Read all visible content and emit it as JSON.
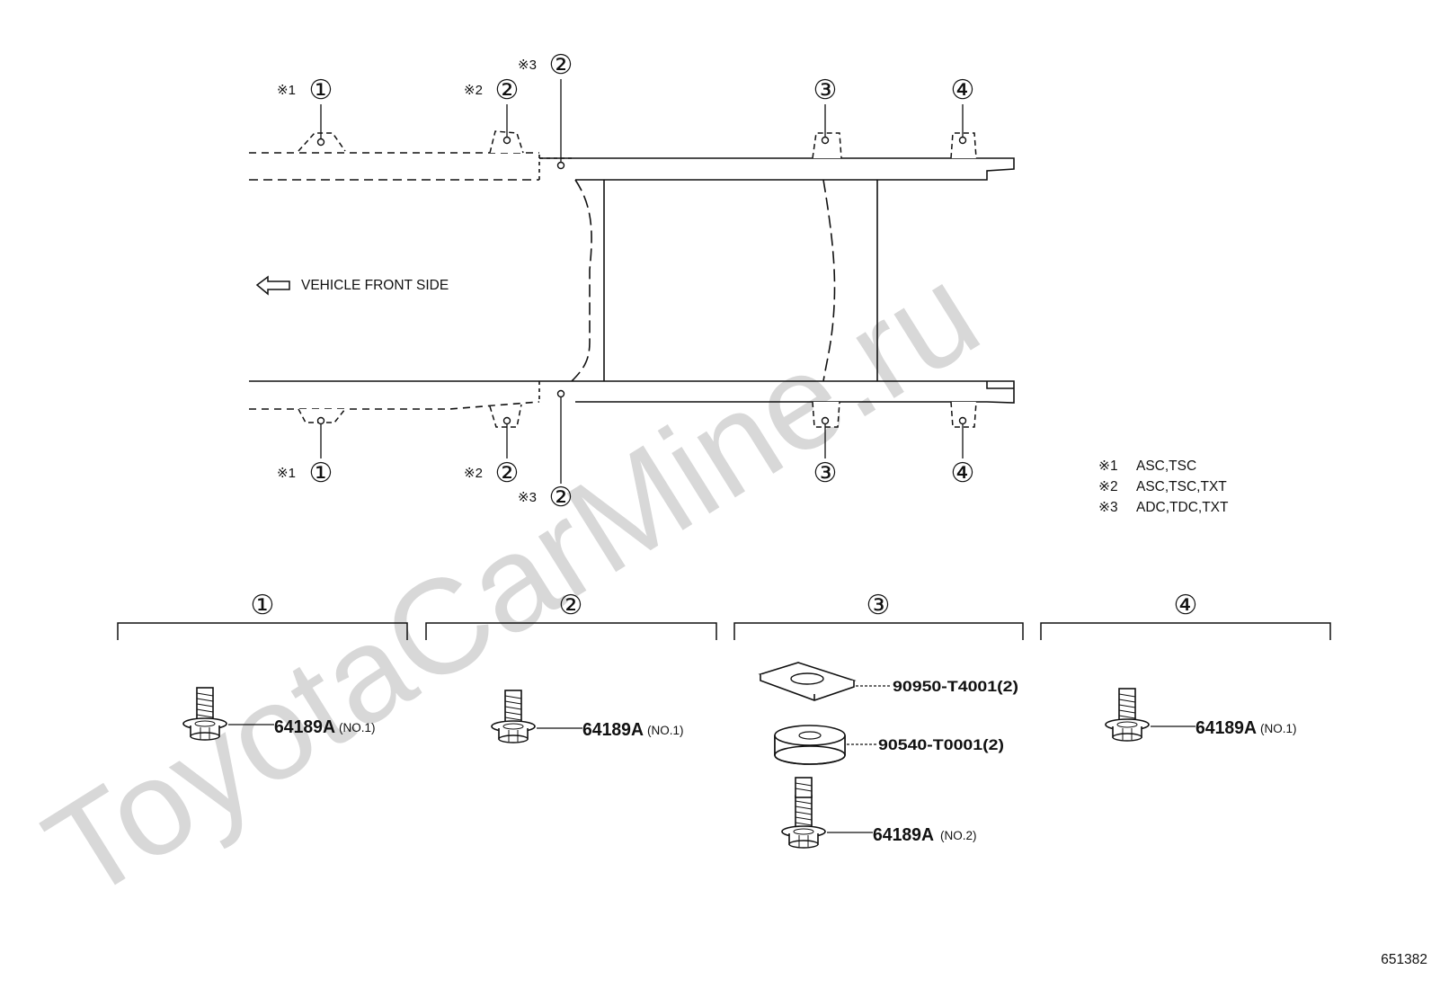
{
  "watermark": "ToyotaCarMine.ru",
  "direction_label": "VEHICLE FRONT SIDE",
  "callouts": {
    "c1": "①",
    "c2": "②",
    "c3": "③",
    "c4": "④"
  },
  "condition_marks": {
    "m1": "※1",
    "m2": "※2",
    "m3": "※3"
  },
  "legend": [
    {
      "mark": "※1",
      "models": "ASC,TSC"
    },
    {
      "mark": "※2",
      "models": "ASC,TSC,TXT"
    },
    {
      "mark": "※3",
      "models": "ADC,TDC,TXT"
    }
  ],
  "groups": [
    {
      "callout": "①",
      "parts": [
        {
          "code": "64189A",
          "note": "(NO.1)"
        }
      ]
    },
    {
      "callout": "②",
      "parts": [
        {
          "code": "64189A",
          "note": "(NO.1)"
        }
      ]
    },
    {
      "callout": "③",
      "parts": [
        {
          "code": "90950-T4001(2)",
          "note": ""
        },
        {
          "code": "90540-T0001(2)",
          "note": ""
        },
        {
          "code": "64189A",
          "note": "(NO.2)"
        }
      ]
    },
    {
      "callout": "④",
      "parts": [
        {
          "code": "64189A",
          "note": "(NO.1)"
        }
      ]
    }
  ],
  "figure_id": "651382",
  "colors": {
    "line": "#111111",
    "watermark": "#d8d8d8"
  }
}
